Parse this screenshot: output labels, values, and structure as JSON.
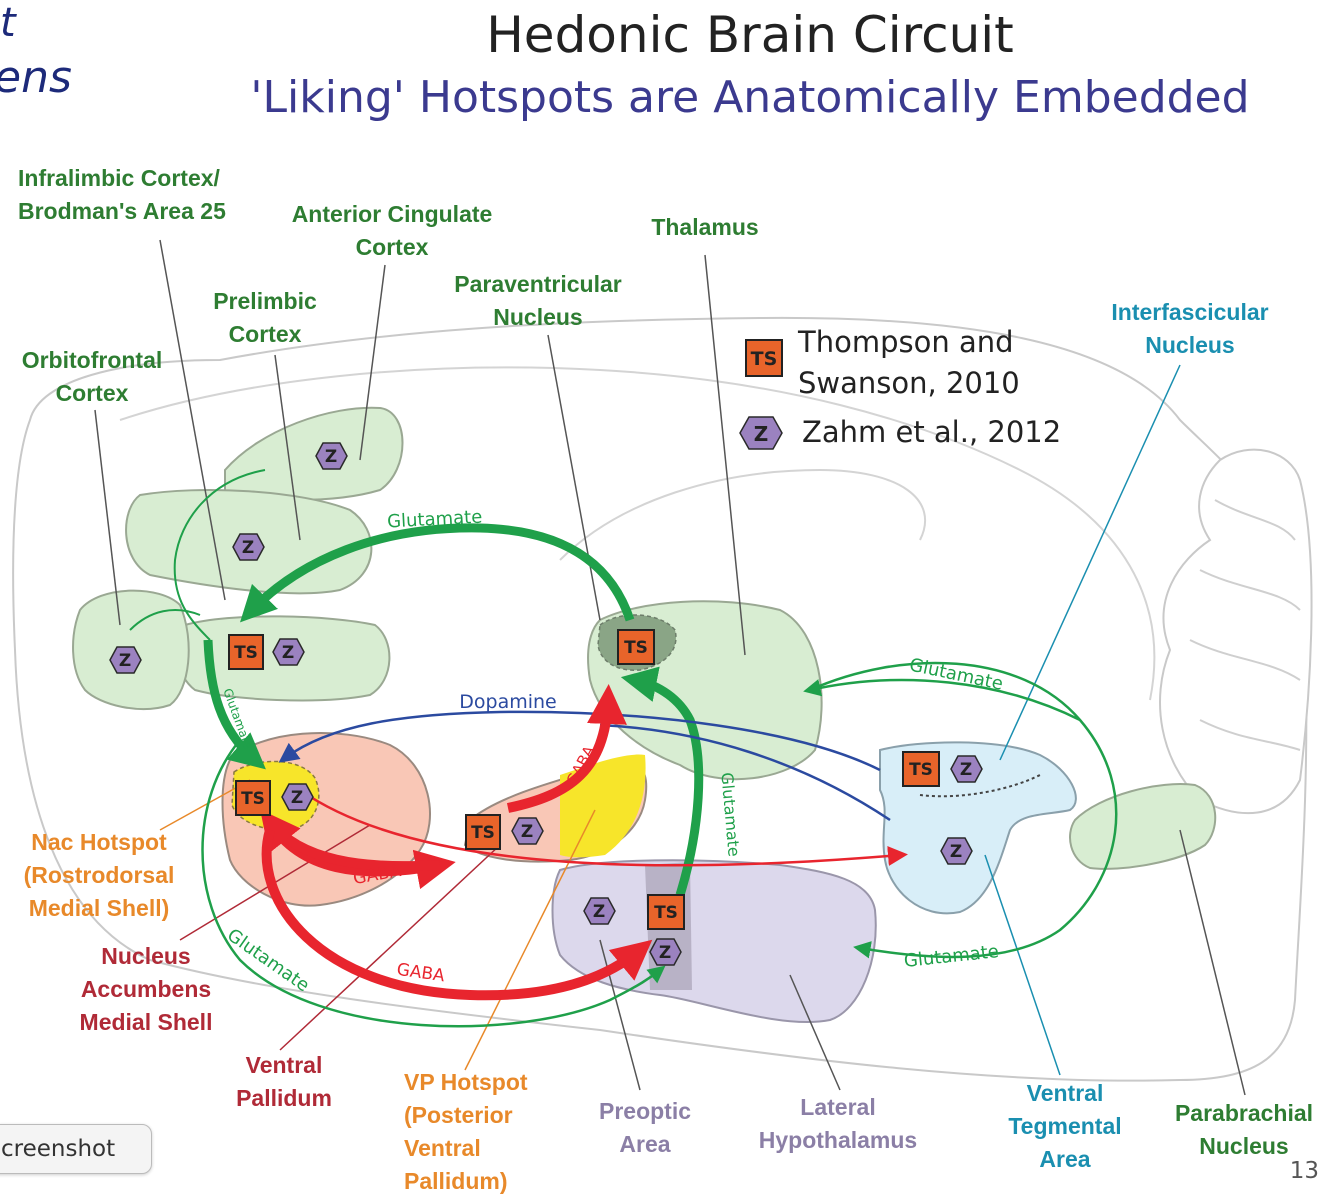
{
  "header": {
    "title": "Hedonic Brain Circuit",
    "subtitle": "'Liking' Hotspots are Anatomically Embedded",
    "corner_fragment_1": "t",
    "corner_fragment_2": "ens"
  },
  "legend": {
    "ts_symbol": "TS",
    "ts_text_line1": "Thompson and",
    "ts_text_line2": "Swanson, 2010",
    "z_symbol": "Z",
    "z_text": "Zahm et al., 2012"
  },
  "labels": {
    "infralimbic_1": "Infralimbic Cortex/",
    "infralimbic_2": "Brodman's Area 25",
    "anterior_cingulate_1": "Anterior Cingulate",
    "anterior_cingulate_2": "Cortex",
    "prelimbic_1": "Prelimbic",
    "prelimbic_2": "Cortex",
    "orbitofrontal_1": "Orbitofrontal",
    "orbitofrontal_2": "Cortex",
    "paraventricular_1": "Paraventricular",
    "paraventricular_2": "Nucleus",
    "thalamus": "Thalamus",
    "interfascicular_1": "Interfascicular",
    "interfascicular_2": "Nucleus",
    "nac_hotspot_1": "Nac Hotspot",
    "nac_hotspot_2": "(Rostrodorsal",
    "nac_hotspot_3": "Medial Shell)",
    "nucleus_accumbens_1": "Nucleus",
    "nucleus_accumbens_2": "Accumbens",
    "nucleus_accumbens_3": "Medial Shell",
    "ventral_pallidum_1": "Ventral",
    "ventral_pallidum_2": "Pallidum",
    "vp_hotspot_1": "VP Hotspot",
    "vp_hotspot_2": "(Posterior",
    "vp_hotspot_3": "Ventral",
    "vp_hotspot_4": "Pallidum)",
    "preoptic_1": "Preoptic",
    "preoptic_2": "Area",
    "lateral_hypo_1": "Lateral",
    "lateral_hypo_2": "Hypothalamus",
    "vta_1": "Ventral",
    "vta_2": "Tegmental",
    "vta_3": "Area",
    "parabrachial_1": "Parabrachial",
    "parabrachial_2": "Nucleus"
  },
  "pathways": {
    "glutamate": "Glutamate",
    "glutamate_short": "Glutamate",
    "dopamine": "Dopamine",
    "gaba": "GABA"
  },
  "markers": {
    "ts": "TS",
    "z": "Z"
  },
  "footer": {
    "tooltip": "creenshot",
    "page_number": "13"
  },
  "colors": {
    "title": "#222222",
    "subtitle": "#3b3a8f",
    "cortex_green": "#d8edd2",
    "green_arrow": "#1fa04a",
    "red_arrow": "#e8252e",
    "dopamine_blue": "#2b4aa0",
    "hotspot_yellow": "#f7e52a",
    "accumbens_pink": "#f9c7b6",
    "hypothalamus_lavender": "#dcd8ec",
    "vta_blue": "#d8eef8",
    "ts_orange": "#e8642a",
    "z_purple": "#9b82c0"
  }
}
